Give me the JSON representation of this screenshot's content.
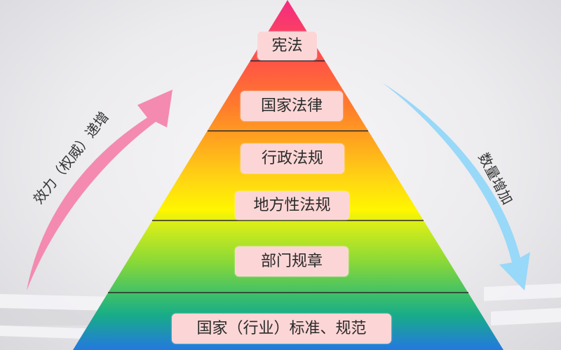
{
  "diagram": {
    "type": "pyramid",
    "title": "",
    "levels": [
      {
        "label": "宪法",
        "color_top": "#f5307a",
        "color_bottom": "#ff5a4a"
      },
      {
        "label": "国家法律",
        "color_top": "#ff5a3c",
        "color_bottom": "#ff8a28"
      },
      {
        "label": "行政法规",
        "color_top": "#ffa81e",
        "color_bottom": "#ffd010"
      },
      {
        "label": "地方性法规",
        "color_top": "#ffe80a",
        "color_bottom": "#fff700"
      },
      {
        "label": "部门规章",
        "color_top": "#c8ea1e",
        "color_bottom": "#48c060"
      },
      {
        "label": "国家（行业）标准、规范",
        "color_top": "#30b870",
        "color_bottom": "#2878d8"
      }
    ],
    "left_arrow": {
      "label": "效力（权威）递增",
      "color": "#f48fb1",
      "direction": "up"
    },
    "right_arrow": {
      "label": "数量增加",
      "color": "#90d8f8",
      "direction": "down"
    },
    "divider_color": "#2a2a2a",
    "label_bg": "#fcd6d6"
  }
}
